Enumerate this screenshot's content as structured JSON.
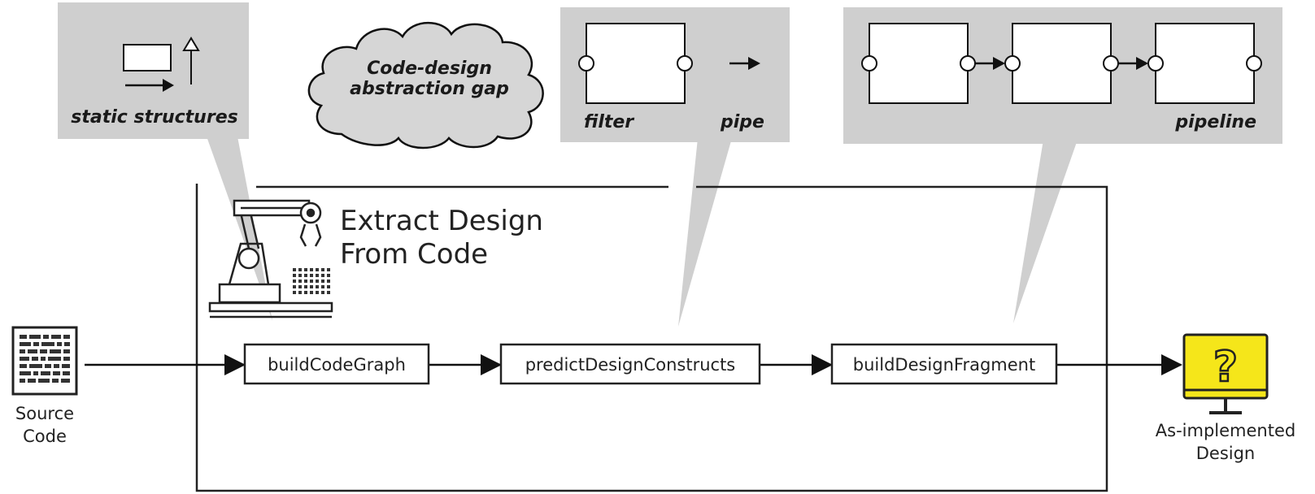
{
  "callouts": {
    "static_structures": "static structures",
    "abstraction_gap_line1": "Code-design",
    "abstraction_gap_line2": "abstraction gap",
    "filter": "filter",
    "pipe": "pipe",
    "pipeline": "pipeline"
  },
  "main_box": {
    "title_line1": "Extract Design",
    "title_line2": "From Code"
  },
  "steps": {
    "build_code_graph": "buildCodeGraph",
    "predict_design_constructs": "predictDesignConstructs",
    "build_design_fragment": "buildDesignFragment"
  },
  "input": {
    "label_line1": "Source",
    "label_line2": "Code"
  },
  "output": {
    "label_line1": "As-implemented",
    "label_line2": "Design",
    "glyph": "?"
  },
  "colors": {
    "callout_gray": "#cfcfcf",
    "monitor_yellow": "#f5e61a",
    "stroke": "#1a1a1a"
  }
}
